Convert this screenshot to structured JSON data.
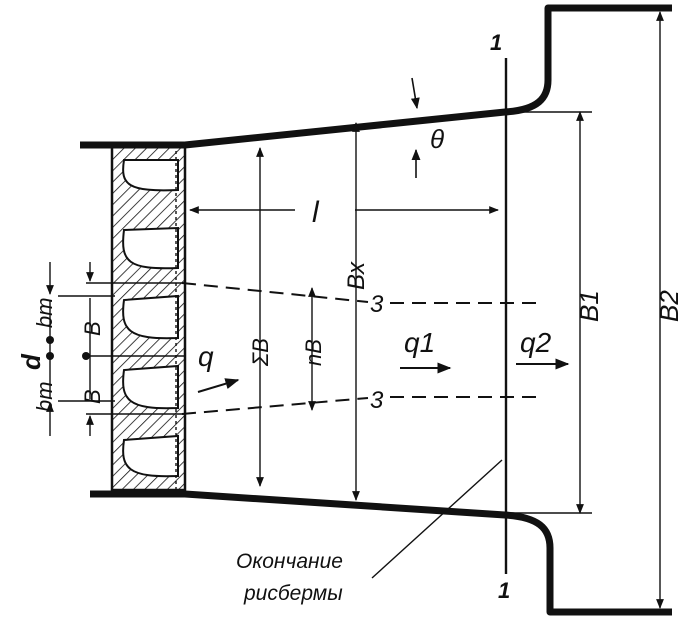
{
  "labels": {
    "theta": "θ",
    "l": "l",
    "B_x": "Bx",
    "B1": "B1",
    "B2": "B2",
    "sigma_B": "ΣB",
    "n_B": "nB",
    "B_upper": "B",
    "B_lower": "B",
    "b_m_upper": "bm",
    "b_m_lower": "bm",
    "d": "d",
    "q": "q",
    "q1": "q1",
    "q2": "q2",
    "section_top": "1",
    "section_bottom": "1",
    "line3_upper": "3",
    "line3_lower": "3"
  },
  "caption": {
    "line1": "Окончание",
    "line2": "рисбермы"
  },
  "colors": {
    "ink": "#111111",
    "background": "#ffffff"
  }
}
